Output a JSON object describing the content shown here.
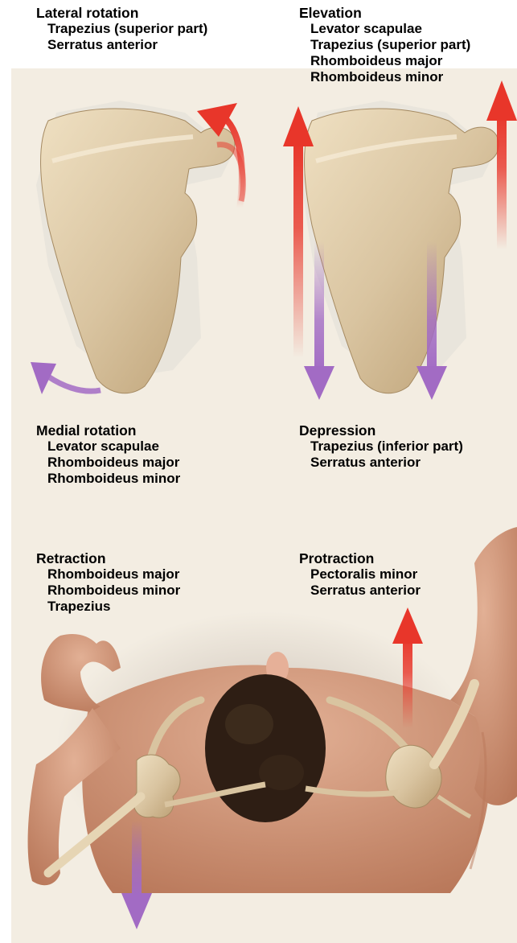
{
  "colors": {
    "background": "#f3ede2",
    "bone": "#d9c4a0",
    "elevation_arrow": "#e8362a",
    "depression_arrow": "#a26bc4",
    "skin": "#d29a7c",
    "hair": "#2e1e14"
  },
  "labels": {
    "lateral_rotation": {
      "title": "Lateral rotation",
      "muscles": [
        "Trapezius (superior part)",
        "Serratus anterior"
      ]
    },
    "elevation": {
      "title": "Elevation",
      "muscles": [
        "Levator scapulae",
        "Trapezius (superior part)",
        "Rhomboideus major",
        "Rhomboideus minor"
      ]
    },
    "medial_rotation": {
      "title": "Medial rotation",
      "muscles": [
        "Levator scapulae",
        "Rhomboideus major",
        "Rhomboideus minor"
      ]
    },
    "depression": {
      "title": "Depression",
      "muscles": [
        "Trapezius (inferior part)",
        "Serratus anterior"
      ]
    },
    "retraction": {
      "title": "Retraction",
      "muscles": [
        "Rhomboideus major",
        "Rhomboideus minor",
        "Trapezius"
      ]
    },
    "protraction": {
      "title": "Protraction",
      "muscles": [
        "Pectoralis minor",
        "Serratus anterior"
      ]
    }
  }
}
